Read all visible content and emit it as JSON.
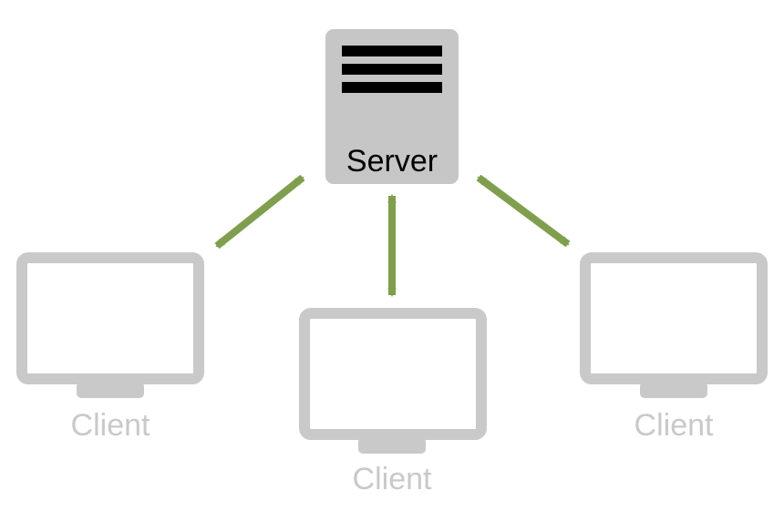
{
  "diagram": {
    "server": {
      "label": "Server",
      "icon": "server-icon"
    },
    "clients": [
      {
        "label": "Client",
        "icon": "monitor-icon"
      },
      {
        "label": "Client",
        "icon": "monitor-icon"
      },
      {
        "label": "Client",
        "icon": "monitor-icon"
      }
    ],
    "connection_type": "bidirectional-arrow",
    "colors": {
      "server_fill": "#c6c6c6",
      "server_bars": "#000000",
      "server_label": "#000000",
      "client_frame": "#c9c9c9",
      "client_label": "#c9c9c9",
      "arrow": "#7f9f4e"
    }
  }
}
